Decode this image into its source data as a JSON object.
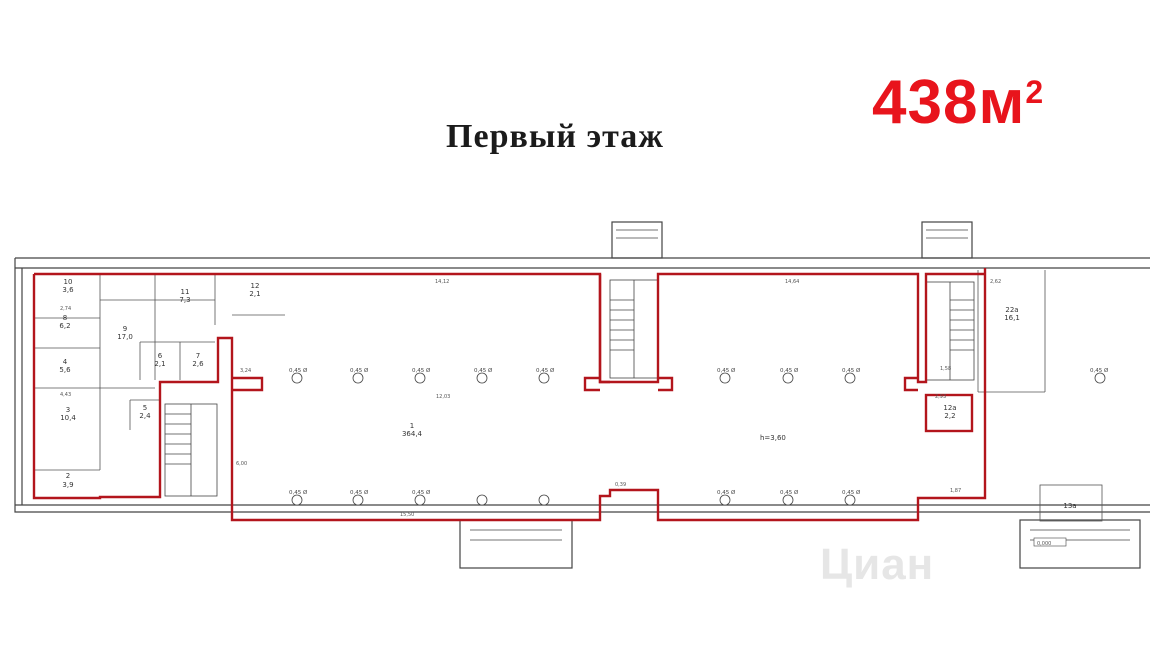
{
  "header": {
    "title": "Первый этаж",
    "area_value": "438м",
    "area_unit_sup": "2",
    "accent_color": "#e8141c"
  },
  "watermark": "Циан",
  "rooms": [
    {
      "id": "r10",
      "number": "10",
      "area": "3,6"
    },
    {
      "id": "r8",
      "number": "8",
      "area": "6,2"
    },
    {
      "id": "r9",
      "number": "9",
      "area": "17,0"
    },
    {
      "id": "r11",
      "number": "11",
      "area": "7,3"
    },
    {
      "id": "r12",
      "number": "12",
      "area": "2,1"
    },
    {
      "id": "r6",
      "number": "6",
      "area": "2,1"
    },
    {
      "id": "r7",
      "number": "7",
      "area": "2,6"
    },
    {
      "id": "r4",
      "number": "4",
      "area": "5,6"
    },
    {
      "id": "r3",
      "number": "3",
      "area": "10,4"
    },
    {
      "id": "r5",
      "number": "5",
      "area": "2,4"
    },
    {
      "id": "r2",
      "number": "2",
      "area": "3,9"
    },
    {
      "id": "r1",
      "number": "1",
      "area": "364,4"
    },
    {
      "id": "r12a",
      "number": "12а",
      "area": "2,2"
    },
    {
      "id": "r22a",
      "number": "22а",
      "area": "16,1"
    },
    {
      "id": "r13a",
      "number": "13а",
      "area": ""
    }
  ],
  "ceiling_height": "h=3,60",
  "column_label": "0,45 Ø",
  "level_mark": "0,000",
  "dimensions": {
    "top_left": "14,12",
    "top_mid": "14,64",
    "top_right": "2,62",
    "bottom_left": "15,50",
    "depth": "12,03",
    "side": "6,00",
    "small_a": "3,24",
    "small_b": "2,93",
    "small_c": "4,43",
    "small_d": "2,74",
    "small_e": "1,58",
    "small_f": "0,39",
    "small_g": "1,87"
  }
}
